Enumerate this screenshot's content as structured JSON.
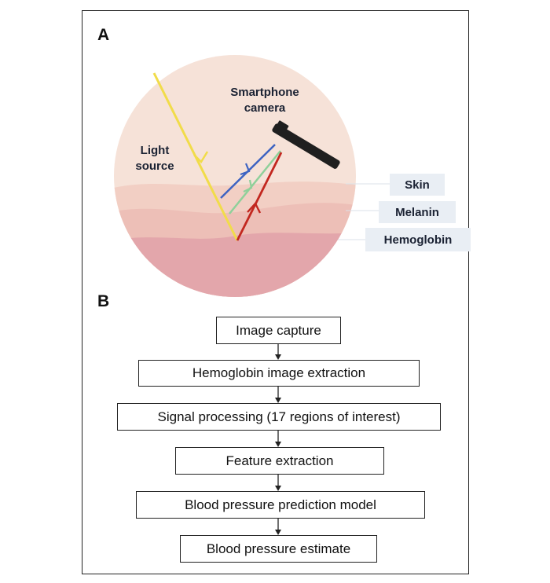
{
  "panel_a": {
    "letter": "A",
    "labels": {
      "camera": [
        "Smartphone",
        "camera"
      ],
      "light": [
        "Light",
        "source"
      ]
    },
    "layers": [
      "Skin",
      "Melanin",
      "Hemoglobin"
    ]
  },
  "panel_b": {
    "letter": "B",
    "steps": [
      "Image capture",
      "Hemoglobin image extraction",
      "Signal processing (17 regions of interest)",
      "Feature extraction",
      "Blood pressure prediction model",
      "Blood pressure estimate"
    ]
  },
  "colors": {
    "frame": "#222222",
    "light_ray": "#f1dc4a",
    "blue_ray": "#3d63c2",
    "green_ray": "#8fd09a",
    "red_ray": "#c2271f",
    "skin_light": "#f6e2d8",
    "hemoglobin": "#e3a6ab"
  }
}
